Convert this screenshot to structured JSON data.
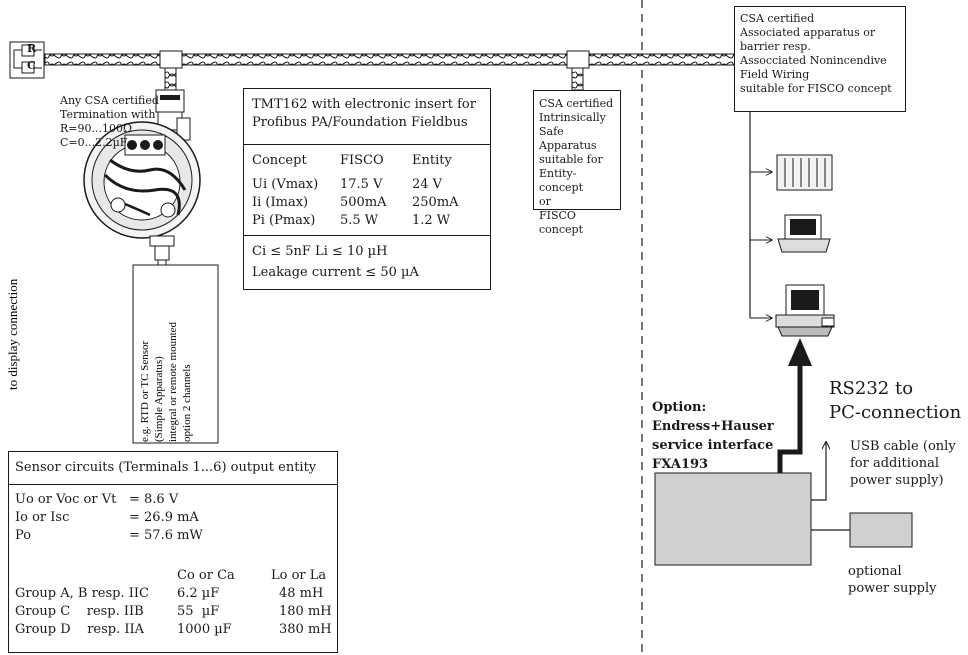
{
  "termination": {
    "letters": [
      "R",
      "C"
    ],
    "lines": [
      "Any CSA certified",
      "Termination with",
      "R=90...100Ω",
      "C=0...2.2µF"
    ]
  },
  "display_connection": "to display connection",
  "sensor_note": [
    "e.g. RTD or TC Sensor",
    "(Simple Apparatus)",
    "integral or remote mounted",
    "option 2 channels"
  ],
  "tmt_box": {
    "title_lines": [
      "TMT162 with electronic insert for",
      "Profibus PA/Foundation Fieldbus"
    ],
    "headers": [
      "Concept",
      "FISCO",
      "Entity"
    ],
    "rows": [
      [
        "Ui (Vmax)",
        "17.5 V",
        "24 V"
      ],
      [
        "Ii (Imax)",
        "500mA",
        "250mA"
      ],
      [
        "Pi (Pmax)",
        "5.5 W",
        "1.2 W"
      ]
    ],
    "ci_li": "Ci ≤ 5nF  Li ≤ 10 µH",
    "leakage": "Leakage current ≤ 50 µA"
  },
  "intrinsic_box": [
    "CSA certified",
    "Intrinsically",
    "Safe Apparatus",
    "suitable for",
    "Entity-concept",
    "or",
    "FISCO concept"
  ],
  "associated_box": [
    "CSA certified",
    "Associated apparatus or",
    "barrier resp.",
    "Assocciated Nonincendive",
    "Field Wiring",
    "suitable for FISCO concept"
  ],
  "sensor_box": {
    "title": "Sensor circuits (Terminals 1...6) output entity",
    "params": [
      [
        "Uo or Voc or Vt",
        "= 8.6 V"
      ],
      [
        "Io or Isc",
        "= 26.9 mA"
      ],
      [
        "Po",
        "= 57.6 mW"
      ]
    ],
    "col_headers": [
      "Co or Ca",
      "Lo or La"
    ],
    "groups": [
      [
        "Group A, B resp. IIC",
        "6.2 µF",
        "48 mH"
      ],
      [
        "Group C    resp. IIB",
        "55  µF",
        "180 mH"
      ],
      [
        "Group D    resp. IIA",
        "1000 µF",
        "380 mH"
      ]
    ]
  },
  "option_text": [
    "Option:",
    "Endress+Hauser",
    "service interface",
    "FXA193"
  ],
  "rs232": [
    "RS232 to",
    "PC-connection"
  ],
  "usb": [
    "USB cable (only",
    "for additional",
    "power supply)"
  ],
  "optional_ps": [
    "optional",
    "power supply"
  ],
  "colors": {
    "line": "#1a1a1a",
    "fill_gray": "#d0d0d0"
  },
  "icons": [
    "termination-rc-icon",
    "transmitter-icon",
    "plc-rack-icon",
    "laptop-icon",
    "pc-workstation-icon",
    "interface-box",
    "power-supply-box"
  ]
}
